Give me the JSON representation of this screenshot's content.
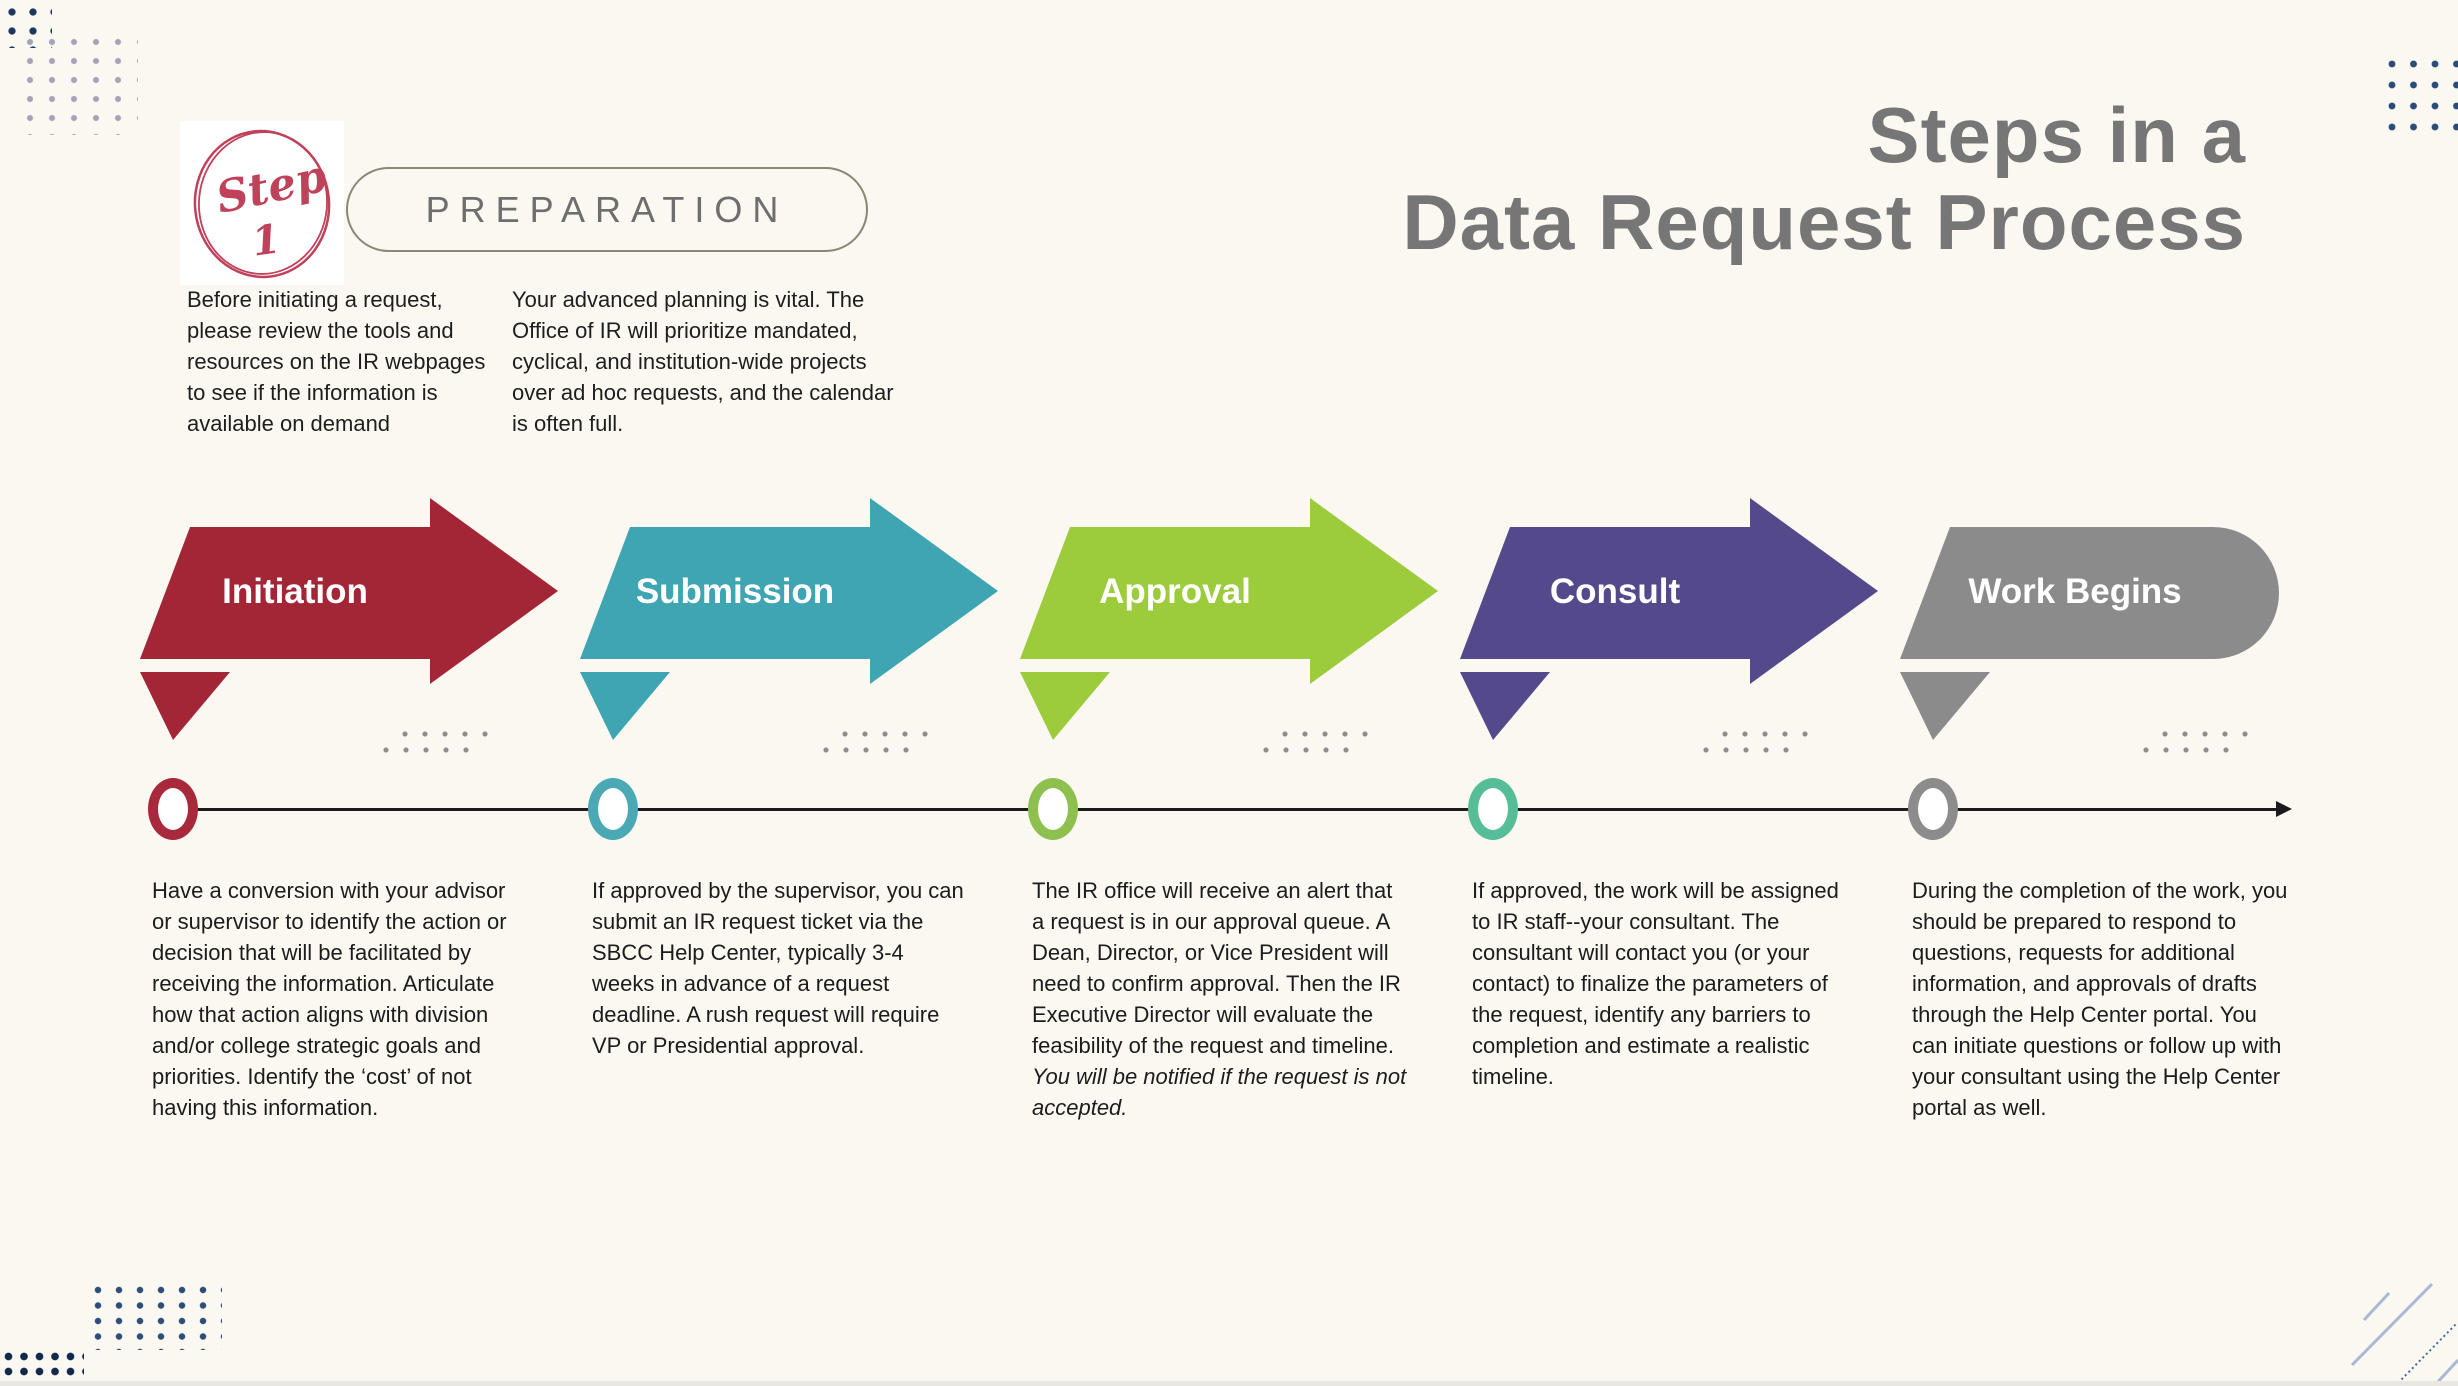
{
  "title": {
    "line1": "Steps in a",
    "line2": "Data Request Process",
    "color": "#767676"
  },
  "badge": {
    "word": "Step",
    "number": "1",
    "color": "#C0415A"
  },
  "stage": {
    "label": "PREPARATION"
  },
  "intro": {
    "left": "Before initiating a request, please review the tools and resources on the IR webpages to see if the information is available on demand",
    "right": "Your advanced planning is vital. The Office of IR will prioritize mandated, cyclical, and institution-wide projects over ad hoc requests, and the calendar is often full."
  },
  "colors": {
    "background": "#FBF8F1",
    "timeline": "#1B1B1B"
  },
  "steps": [
    {
      "label": "Initiation",
      "color": "#A32637",
      "ring_color": "#A8293C",
      "description": "Have a conversion with your advisor or supervisor to identify the action or decision that will be facilitated by receiving the information. Articulate how that action aligns with division and/or college strategic goals and priorities. Identify the ‘cost’ of not having this information.",
      "description_italic": ""
    },
    {
      "label": "Submission",
      "color": "#3FA5B2",
      "ring_color": "#4AA9B5",
      "description": "If approved by the supervisor, you can submit an IR request ticket via the SBCC Help Center, typically 3-4 weeks in advance of a request deadline. A rush request will require VP or Presidential approval.",
      "description_italic": ""
    },
    {
      "label": "Approval",
      "color": "#9CCB3C",
      "ring_color": "#8EC04F",
      "description": "The IR office will receive an alert that a request is in our approval queue. A Dean, Director, or Vice President will need to confirm approval. Then the IR Executive Director will evaluate the feasibility of the request and timeline. ",
      "description_italic": "You will be notified if the request is not accepted."
    },
    {
      "label": "Consult",
      "color": "#544A8B",
      "ring_color": "#55BD97",
      "description": "If approved, the work will be assigned to IR staff--your consultant. The consultant will contact you (or your contact) to finalize the parameters of the request, identify any barriers to completion and estimate a realistic timeline.",
      "description_italic": ""
    },
    {
      "label": "Work Begins",
      "color": "#8C8B8B",
      "ring_color": "#8C8C8C",
      "description": "During the completion of the work, you should be prepared to respond to questions, requests for additional information, and approvals of drafts through the Help Center portal. You can initiate questions or follow up with your consultant using the Help Center portal as well.",
      "description_italic": ""
    }
  ]
}
